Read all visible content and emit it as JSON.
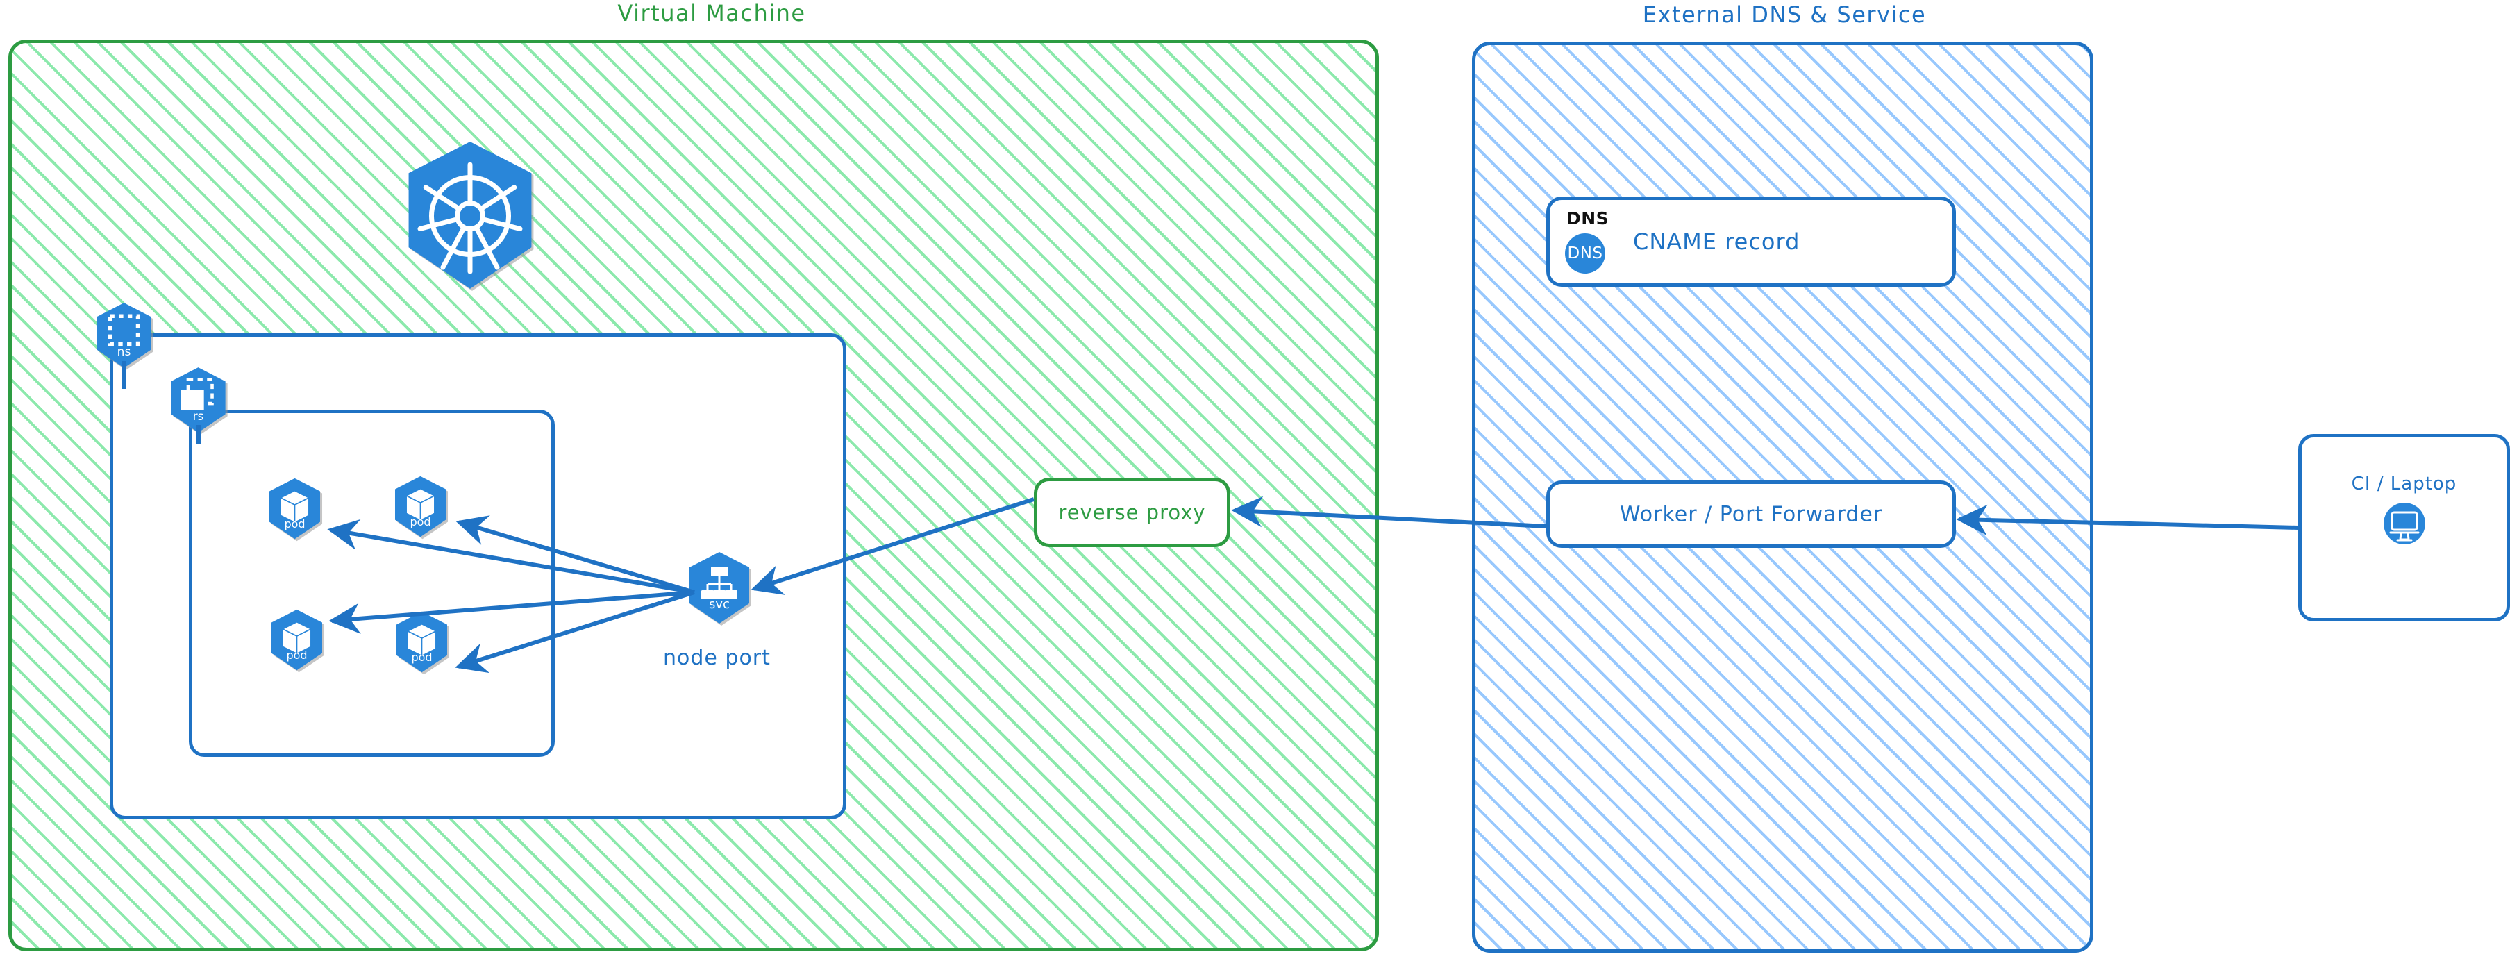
{
  "diagram": {
    "title_left": "Virtual Machine",
    "title_right": "External DNS & Service",
    "colors": {
      "green_border": "#2d9c42",
      "green_hatch": "#86e8a8",
      "blue_border": "#1f72c4",
      "blue_hatch": "#93c5fd",
      "k8s_blue": "#2986d9",
      "black": "#111111"
    }
  },
  "vm_panel": {
    "title": "Virtual Machine",
    "kubernetes_logo": "kubernetes-logo-icon",
    "namespace": {
      "caption": "ns",
      "icon": "namespace-icon"
    },
    "replicaset": {
      "caption": "rs",
      "icon": "replicaset-icon"
    },
    "pods": [
      {
        "caption": "pod",
        "icon": "pod-icon"
      },
      {
        "caption": "pod",
        "icon": "pod-icon"
      },
      {
        "caption": "pod",
        "icon": "pod-icon"
      },
      {
        "caption": "pod",
        "icon": "pod-icon"
      }
    ],
    "service": {
      "caption": "svc",
      "icon": "service-icon",
      "label": "node port"
    },
    "reverse_proxy": {
      "label": "reverse proxy"
    }
  },
  "external_panel": {
    "title": "External DNS & Service",
    "dns_card": {
      "tag": "DNS",
      "badge": "DNS",
      "title": "CNAME record"
    },
    "worker": {
      "label": "Worker / Port Forwarder"
    }
  },
  "client": {
    "label": "CI / Laptop",
    "icon": "desktop-monitor-icon"
  },
  "connections": [
    {
      "from": "service",
      "to": "pod-1",
      "style": "arrow"
    },
    {
      "from": "service",
      "to": "pod-2",
      "style": "arrow"
    },
    {
      "from": "service",
      "to": "pod-3",
      "style": "arrow"
    },
    {
      "from": "service",
      "to": "pod-4",
      "style": "arrow"
    },
    {
      "from": "reverse-proxy",
      "to": "service",
      "style": "arrow"
    },
    {
      "from": "worker",
      "to": "reverse-proxy",
      "style": "arrow"
    },
    {
      "from": "ci-laptop",
      "to": "worker",
      "style": "arrow"
    }
  ]
}
